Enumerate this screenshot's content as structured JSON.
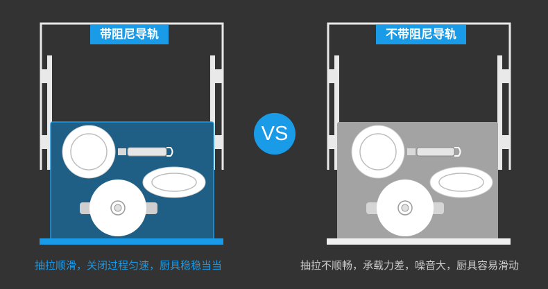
{
  "left": {
    "title": "带阻尼导轨",
    "caption": "抽拉顺滑，关闭过程匀速，厨具稳稳当当",
    "accent_color": "#1a9be8",
    "drawer_color": "#1f5f85"
  },
  "right": {
    "title": "不带阻尼导轨",
    "caption": "抽拉不顺畅，承载力差，噪音大，厨具容易滑动",
    "accent_color": "#1a9be8",
    "drawer_color": "#a3a3a3",
    "rail_color": "#f0f0f0"
  },
  "vs": {
    "label": "VS",
    "color": "#1a9be8"
  },
  "icons": [
    "plate-icon",
    "pan-icon",
    "oval-dish-icon",
    "pot-icon"
  ]
}
